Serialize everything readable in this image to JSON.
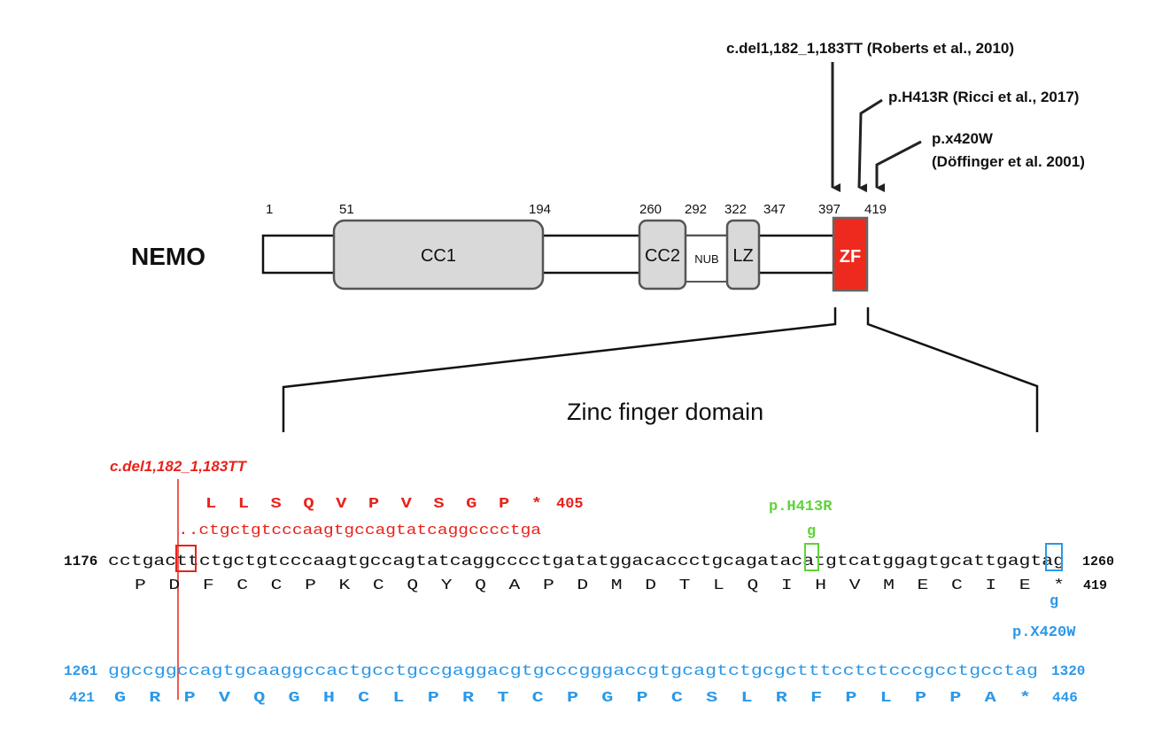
{
  "protein": {
    "name": "NEMO",
    "positions": [
      "1",
      "51",
      "194",
      "260",
      "292",
      "322",
      "347",
      "397",
      "419"
    ],
    "domains": {
      "cc1": "CC1",
      "cc2": "CC2",
      "nub": "NUB",
      "lz": "LZ",
      "zf": "ZF"
    }
  },
  "mutations": {
    "roberts": "c.del1,182_1,183TT (Roberts et al., 2010)",
    "ricci": "p.H413R (Ricci et al., 2017)",
    "doffinger_line1": "p.x420W",
    "doffinger_line2": "(Döffinger et al. 2001)"
  },
  "zinc_finger": {
    "title": "Zinc finger domain",
    "deletion_label": "c.del1,182_1,183TT",
    "frameshift_aa": "L  L  S  Q  V  P  V  S  G  P  *",
    "frameshift_end": "405",
    "frameshift_seq": "..ctgctgtcccaagtgccagtatcaggcccctga",
    "h413r_label": "p.H413R",
    "h413r_sub": "g",
    "x420w_sub": "g",
    "x420w_label": "p.X420W",
    "colors": {
      "deletion": "#e8231b",
      "h413r": "#5fd33a",
      "x420w": "#2b98e8"
    }
  },
  "sequence_wt": {
    "start": "1176",
    "nt": "cctgacttctgctgtcccaagtgccagtatcaggcccctgatatggacaccctgcagatacatgtcatggagtgcattgagtag",
    "end": "1260",
    "aa": "P  D  F  C  C  P  K  C  Q  Y  Q  A  P  D  M  D  T  L  Q  I  H  V  M  E  C  I  E  *",
    "aa_end": "419"
  },
  "sequence_ext": {
    "start": "1261",
    "nt": "ggccggccagtgcaaggccactgcctgccgaggacgtgcccgggaccgtgcagtctgcgctttcctctcccgcctgcctag",
    "end": "1320",
    "aa_start": "421",
    "aa": "G  R  P  V  Q  G  H  C  L  P  R  T  C  P  G  P  C  S  L  R  F  P  L  P  P  A  *",
    "aa_end": "446"
  }
}
